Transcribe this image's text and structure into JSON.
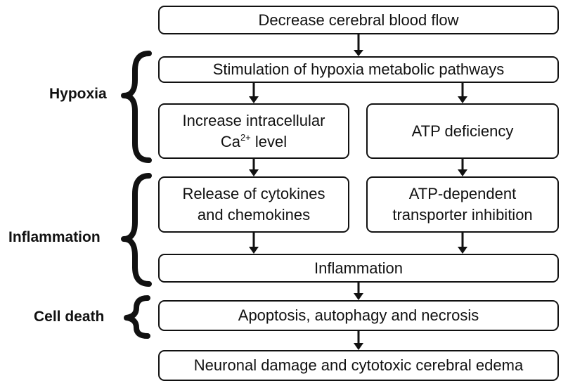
{
  "boxes": {
    "decrease_cbf": "Decrease cerebral blood flow",
    "stimulation": "Stimulation of hypoxia metabolic pathways",
    "calcium": {
      "line1": "Increase intracellular",
      "ca": "Ca",
      "charge": "2+",
      "level": "level"
    },
    "atp_deficiency": "ATP deficiency",
    "release": {
      "line1": "Release of cytokines",
      "line2": "and chemokines"
    },
    "atp_transporter": {
      "line1": "ATP-dependent",
      "line2": "transporter inhibition"
    },
    "inflammation": "Inflammation",
    "cell_death_box": "Apoptosis, autophagy and necrosis",
    "outcome": "Neuronal damage and cytotoxic cerebral edema"
  },
  "stages": {
    "hypoxia": "Hypoxia",
    "inflammation": "Inflammation",
    "cell_death": "Cell death"
  }
}
